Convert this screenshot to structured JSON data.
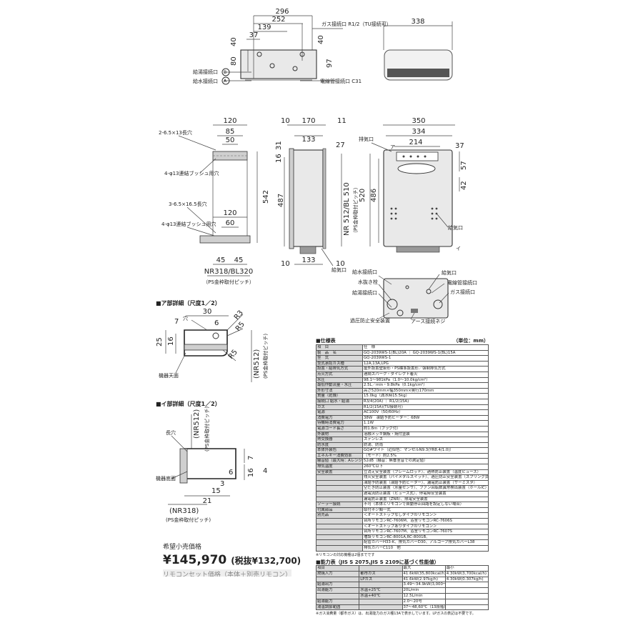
{
  "top_view": {
    "dims": [
      "296",
      "252",
      "139",
      "37",
      "40",
      "80",
      "40",
      "97"
    ],
    "labels": {
      "gas": "ガス接続口 R1/2（TU接続可）",
      "hot": "給湯接続口",
      "water": "給水接続口",
      "elec": "電線管接続口 C31",
      "mark_b": "B",
      "mark_a": "A"
    }
  },
  "right_top_view": {
    "dims": [
      "338"
    ]
  },
  "left_view": {
    "dims": [
      "120",
      "85",
      "50",
      "542",
      "120",
      "60",
      "45",
      "45"
    ],
    "labels": {
      "hole1": "2-6.5×13長穴",
      "hole2": "4-φ13連結ブッシュ用穴",
      "hole3": "3-6.5×16.5長穴",
      "hole4": "4-φ13連結ブッシュ用穴",
      "pitch": "NR318/BL320",
      "pitch_note": "（PS金枠取付ピッチ）"
    }
  },
  "side_view": {
    "dims": [
      "10",
      "170",
      "11",
      "133",
      "27",
      "31",
      "16",
      "487",
      "10",
      "133",
      "10"
    ],
    "labels": {
      "pitch": "NR 512/BL 510",
      "pitch_note": "（PS金枠取付ピッチ）",
      "intake": "給気口"
    }
  },
  "front_view": {
    "dims": [
      "350",
      "334",
      "37",
      "214",
      "57",
      "42",
      "520",
      "486"
    ],
    "labels": {
      "exhaust": "排気口",
      "a": "ア",
      "i": "イ",
      "intake": "給気口"
    }
  },
  "bottom_view": {
    "labels": {
      "water": "給水接続口",
      "drain": "水抜き栓",
      "hot": "給湯接続口",
      "elec": "電線管接続口",
      "gas": "ガス接続口",
      "overheat": "過圧防止安全装置",
      "earth": "アース接続ネジ"
    }
  },
  "detail_a": {
    "title": "■ア部詳細（尺度1／2）",
    "dims": [
      "30",
      "7",
      "25",
      "16",
      "6",
      "R3",
      "R5",
      "R5"
    ],
    "labels": {
      "hole": "穴",
      "top": "機器天面",
      "pitch": "(NR512)",
      "pitch_note": "(PS金枠取付ピッチ)"
    }
  },
  "detail_i": {
    "title": "■イ部詳細（尺度1／2）",
    "dims": [
      "7",
      "16",
      "6",
      "3",
      "15",
      "21"
    ],
    "labels": {
      "slot": "長穴",
      "bottom": "機器底面",
      "pitch": "(NR512)",
      "pitch_note": "(PS金枠取付ピッチ)",
      "pitch2": "(NR318)",
      "pitch2_note": "(PS金枠取付ピッチ)",
      "stray": "4"
    }
  },
  "price": {
    "label": "希望小売価格",
    "value": "¥145,970",
    "tax": "(税抜¥132,700)",
    "sub": "リモコンセット価格（本体＋別売リモコン）"
  },
  "spec": {
    "title": "■仕様表",
    "unit": "（単位：mm）",
    "rows": [
      [
        "項　目",
        "仕　様"
      ],
      [
        "製　品　名",
        "GQ-2039WS-1(BL)20A ｜ GQ-2039WS-1(BL)15A"
      ],
      [
        "型　式",
        "GQ-2039WS-1"
      ],
      [
        "型式承認ガス種",
        "12A,13A,LPG"
      ],
      [
        "設置・給排気方式",
        "屋外設置壁掛形・PS標準設置形／強制排気方式"
      ],
      [
        "点火方式",
        "連続スパーク・ダイレクト着火"
      ],
      [
        "水圧",
        "98.1〜981kPa（1.0〜10.0kg/cm²）"
      ],
      [
        "最低作動流量・水圧",
        "2.5L／min・9.8kPa（0.1kg/cm²）"
      ],
      [
        "外形寸法",
        "高さ520mm×幅350mm×奥行170mm"
      ],
      [
        "質量（乾燥）",
        "15.0kg（満水時15.5kg）"
      ],
      [
        "接続口 給水・給湯",
        "R3/4(20A) ｜ R1/2(15A)"
      ],
      [
        "ガス",
        "R1/2(15A)(TU接続可)"
      ],
      [
        "電源",
        "AC100V（50/60Hz）"
      ],
      [
        "消費電力",
        "38W　凍結予防ヒーター：68W"
      ],
      [
        "待機時消費電力",
        "1.1W"
      ],
      [
        "電源コード長さ",
        "約1.8m（プラグ付）"
      ],
      [
        "外装材",
        "溶融メッキ鋼板・焼付塗装"
      ],
      [
        "熱交換器",
        "ステンレス"
      ],
      [
        "防水度",
        "防滴、防雨"
      ],
      [
        "本体外装色",
        "GQ#ワイト（近似色：マンセルN9.3(YR8.4/1.0)）"
      ],
      [
        "エネルギー消費効率",
        "（モード）約2.5%"
      ],
      [
        "騒音値（最大時：Aレンジ）",
        "52dB（騒音：無響室音での測定値）"
      ],
      [
        "排気温度",
        "260℃以下"
      ],
      [
        "安全装置",
        "立消え安全装置（フレームロッド）、過熱防止装置（温度ヒューズ）"
      ],
      [
        "",
        "残火安全装置（バイメタルスイッチ）、過圧防止安全装置（スプリング式）"
      ],
      [
        "",
        "凍結予防装置（凍結予防ヒーター）、漏電防止装置（サーミスタ）"
      ],
      [
        "",
        "空だき防止装置（水量センサ）、ファン回転数異常検出装置（ホールIC）"
      ],
      [
        "",
        "過電流防止装置（ヒューズ式）、停電時安全装置"
      ],
      [
        "",
        "漏電防止装置（ZNR）、限電安全装置"
      ],
      [
        "ソーラー接続",
        "不可（本体とリモコンで自動停止回路を設定しない場合）"
      ],
      [
        "付属部品",
        "取付ネジ類一式"
      ],
      [
        "別売品",
        "＜オートストップなしタイプのリモコン＞"
      ],
      [
        "",
        "台所リモコンRC-7606M、浴室リモコンRC-7606S"
      ],
      [
        "",
        "＜オートストップありタイプのリモコン＞"
      ],
      [
        "",
        "台所リモコンRC-7607M、浴室リモコンRC-7607S"
      ],
      [
        "",
        "増設リモコンRC-8001A,RC-8001B、"
      ],
      [
        "",
        "配管カバーH33-K、排気カバーD30、アルコープ排気カバーL38"
      ],
      [
        "",
        "排気カバーC110　他"
      ]
    ],
    "note": "※リモコンの対応機種は2個までです"
  },
  "capacity": {
    "title": "■能力表（JIS S 2075,JIS S 2109に基づく性能値）",
    "header": [
      "項目",
      "",
      "最大",
      "最小"
    ],
    "rows": [
      [
        "燃焼入力",
        "都市ガス",
        "41.6kW(35,800kcal/h)",
        "4.30kW(3,700kcal/h)"
      ],
      [
        "",
        "LPガス",
        "41.6kW(2.97kg/h)",
        "4.30kW(0.307kg/h)"
      ],
      [
        "給湯出力",
        "",
        "3.49〜34.9kW(3,000〜30,000kcal/h)",
        ""
      ],
      [
        "出湯能力",
        "水温+25℃",
        "20L/min",
        ""
      ],
      [
        "",
        "水温+40℃",
        "12.5L/min",
        ""
      ],
      [
        "給湯能力",
        "",
        "2.0〜20号",
        ""
      ],
      [
        "湯温調節範囲",
        "",
        "37〜48,60℃（13段階）",
        ""
      ]
    ],
    "note": "※ガス消費量（都市ガス）は、出湯能力のガス種13Aで表示しています。LPガスの表記は不要です。"
  },
  "colors": {
    "line": "#333333",
    "fill": "#e9e9e9",
    "header": "#d9d9d9"
  }
}
